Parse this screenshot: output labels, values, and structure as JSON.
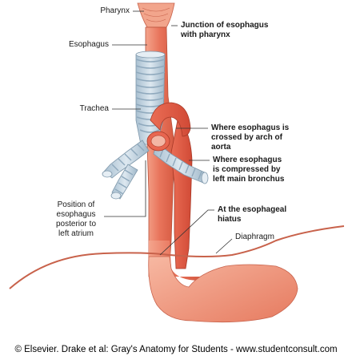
{
  "labels": {
    "pharynx": "Pharynx",
    "esophagus": "Esophagus",
    "trachea": "Trachea",
    "position_line1": "Position of",
    "position_line2": "esophagus",
    "position_line3": "posterior to",
    "position_line4": "left atrium",
    "junction_line1": "Junction of esophagus",
    "junction_line2": "with pharynx",
    "arch_line1": "Where esophagus is",
    "arch_line2": "crossed by arch of",
    "arch_line3": "aorta",
    "bronchus_line1": "Where esophagus",
    "bronchus_line2": "is compressed by",
    "bronchus_line3": "left main bronchus",
    "hiatus_line1": "At the esophageal",
    "hiatus_line2": "hiatus",
    "diaphragm": "Diaphragm"
  },
  "copyright": "© Elsevier. Drake et al: Gray's Anatomy for Students - www.studentconsult.com",
  "colors": {
    "esophagus": "#e8735a",
    "esophagus_light": "#f3a58e",
    "trachea": "#c9d9e6",
    "trachea_ring": "#8fa9bd",
    "aorta": "#e0523e",
    "leader_line": "#333333"
  }
}
